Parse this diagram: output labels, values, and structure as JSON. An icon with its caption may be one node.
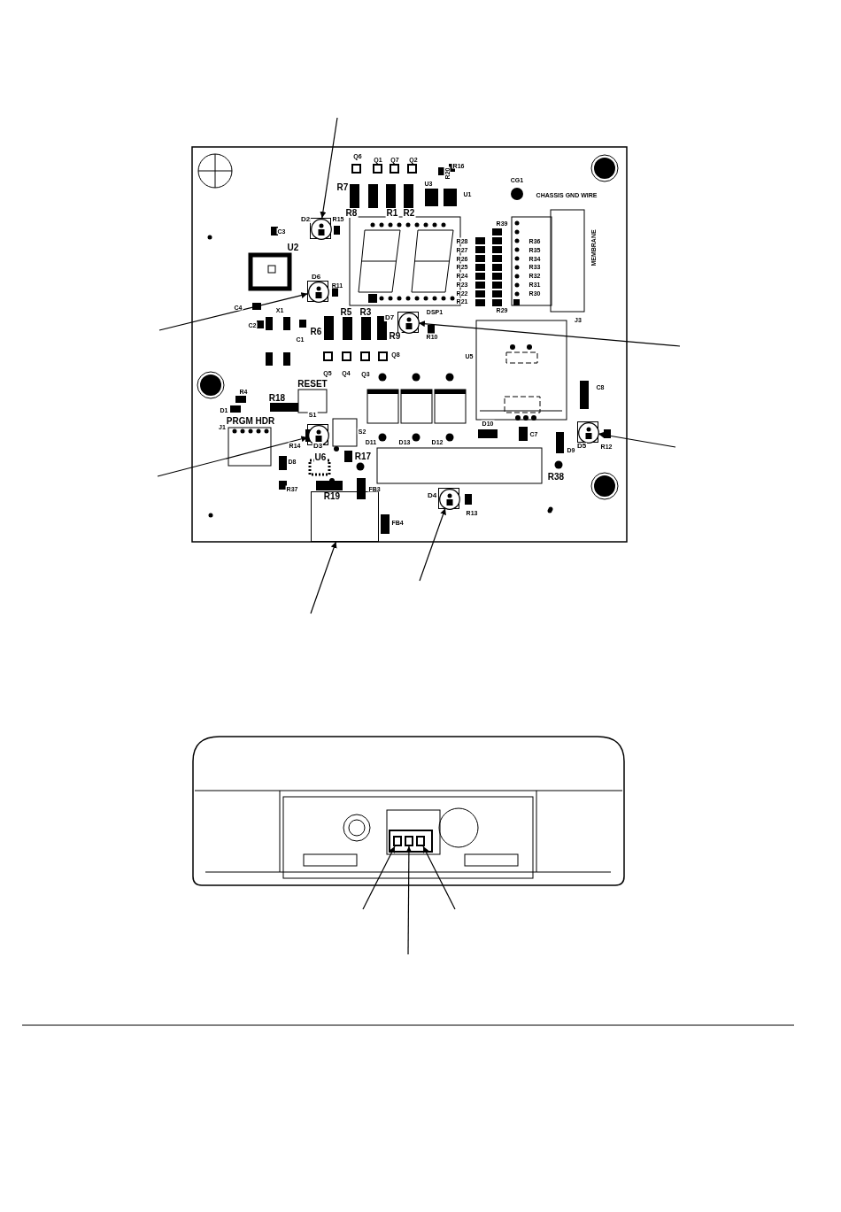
{
  "diagram": {
    "nodes": [
      {
        "text": [],
        "shape": "circle",
        "beside": [
          "D2"
        ]
      },
      {
        "text": [],
        "shape": "circle",
        "beside": [
          "D6"
        ]
      },
      {
        "text": [],
        "shape": "circle",
        "beside": [
          "D7"
        ]
      },
      {
        "text": [],
        "shape": "circle",
        "beside": [
          "D3"
        ]
      },
      {
        "text": [],
        "shape": "circle",
        "beside": [
          "D5"
        ]
      },
      {
        "text": [],
        "shape": "circle",
        "beside": [
          "D4"
        ]
      },
      {
        "text": [],
        "shape": "box"
      },
      {
        "text": [],
        "shape": "box"
      },
      {
        "text": [],
        "shape": "box"
      },
      {
        "text": [],
        "shape": "box"
      }
    ],
    "edges": [
      {
        "from": null,
        "to": 0,
        "arrow": "to"
      },
      {
        "from": null,
        "to": 1,
        "arrow": "to"
      },
      {
        "from": null,
        "to": 2,
        "arrow": "to"
      },
      {
        "from": null,
        "to": 3,
        "arrow": "to"
      },
      {
        "from": null,
        "to": 4,
        "arrow": "to"
      },
      {
        "from": null,
        "to": 5,
        "arrow": "to"
      },
      {
        "from": null,
        "to": 6,
        "arrow": "to"
      },
      {
        "from": null,
        "to": 7,
        "arrow": "to"
      },
      {
        "from": null,
        "to": 8,
        "arrow": "to"
      },
      {
        "from": null,
        "to": 9,
        "arrow": "to"
      }
    ],
    "labels": [
      "Q6",
      "Q1",
      "Q7",
      "Q2",
      "R20",
      "R16",
      "R7",
      "U3",
      "U1",
      "CG1",
      "CHASSIS GND WIRE",
      "R8",
      "R1",
      "R2",
      "R15",
      "C3",
      "R39",
      "R28",
      "R36",
      "R27",
      "R35",
      "R26",
      "R34",
      "R25",
      "R33",
      "R24",
      "R32",
      "R23",
      "R31",
      "R22",
      "R30",
      "R21",
      "MEMBRANE",
      "U2",
      "R11",
      "C4",
      "X1",
      "C2",
      "R5",
      "R3",
      "R29",
      "DSP1",
      "J3",
      "R6",
      "R10",
      "R9",
      "C1",
      "U5",
      "Q8",
      "Q5",
      "Q4",
      "Q3",
      "RESET",
      "C8",
      "R4",
      "R18",
      "D1",
      "S1",
      "PRGM HDR",
      "J1",
      "D10",
      "C7",
      "S2",
      "D11",
      "D13",
      "D12",
      "R14",
      "D9",
      "R12",
      "U6",
      "R17",
      "D8",
      "R38",
      "R37",
      "FB3",
      "R19",
      "R13",
      "FB4"
    ]
  }
}
